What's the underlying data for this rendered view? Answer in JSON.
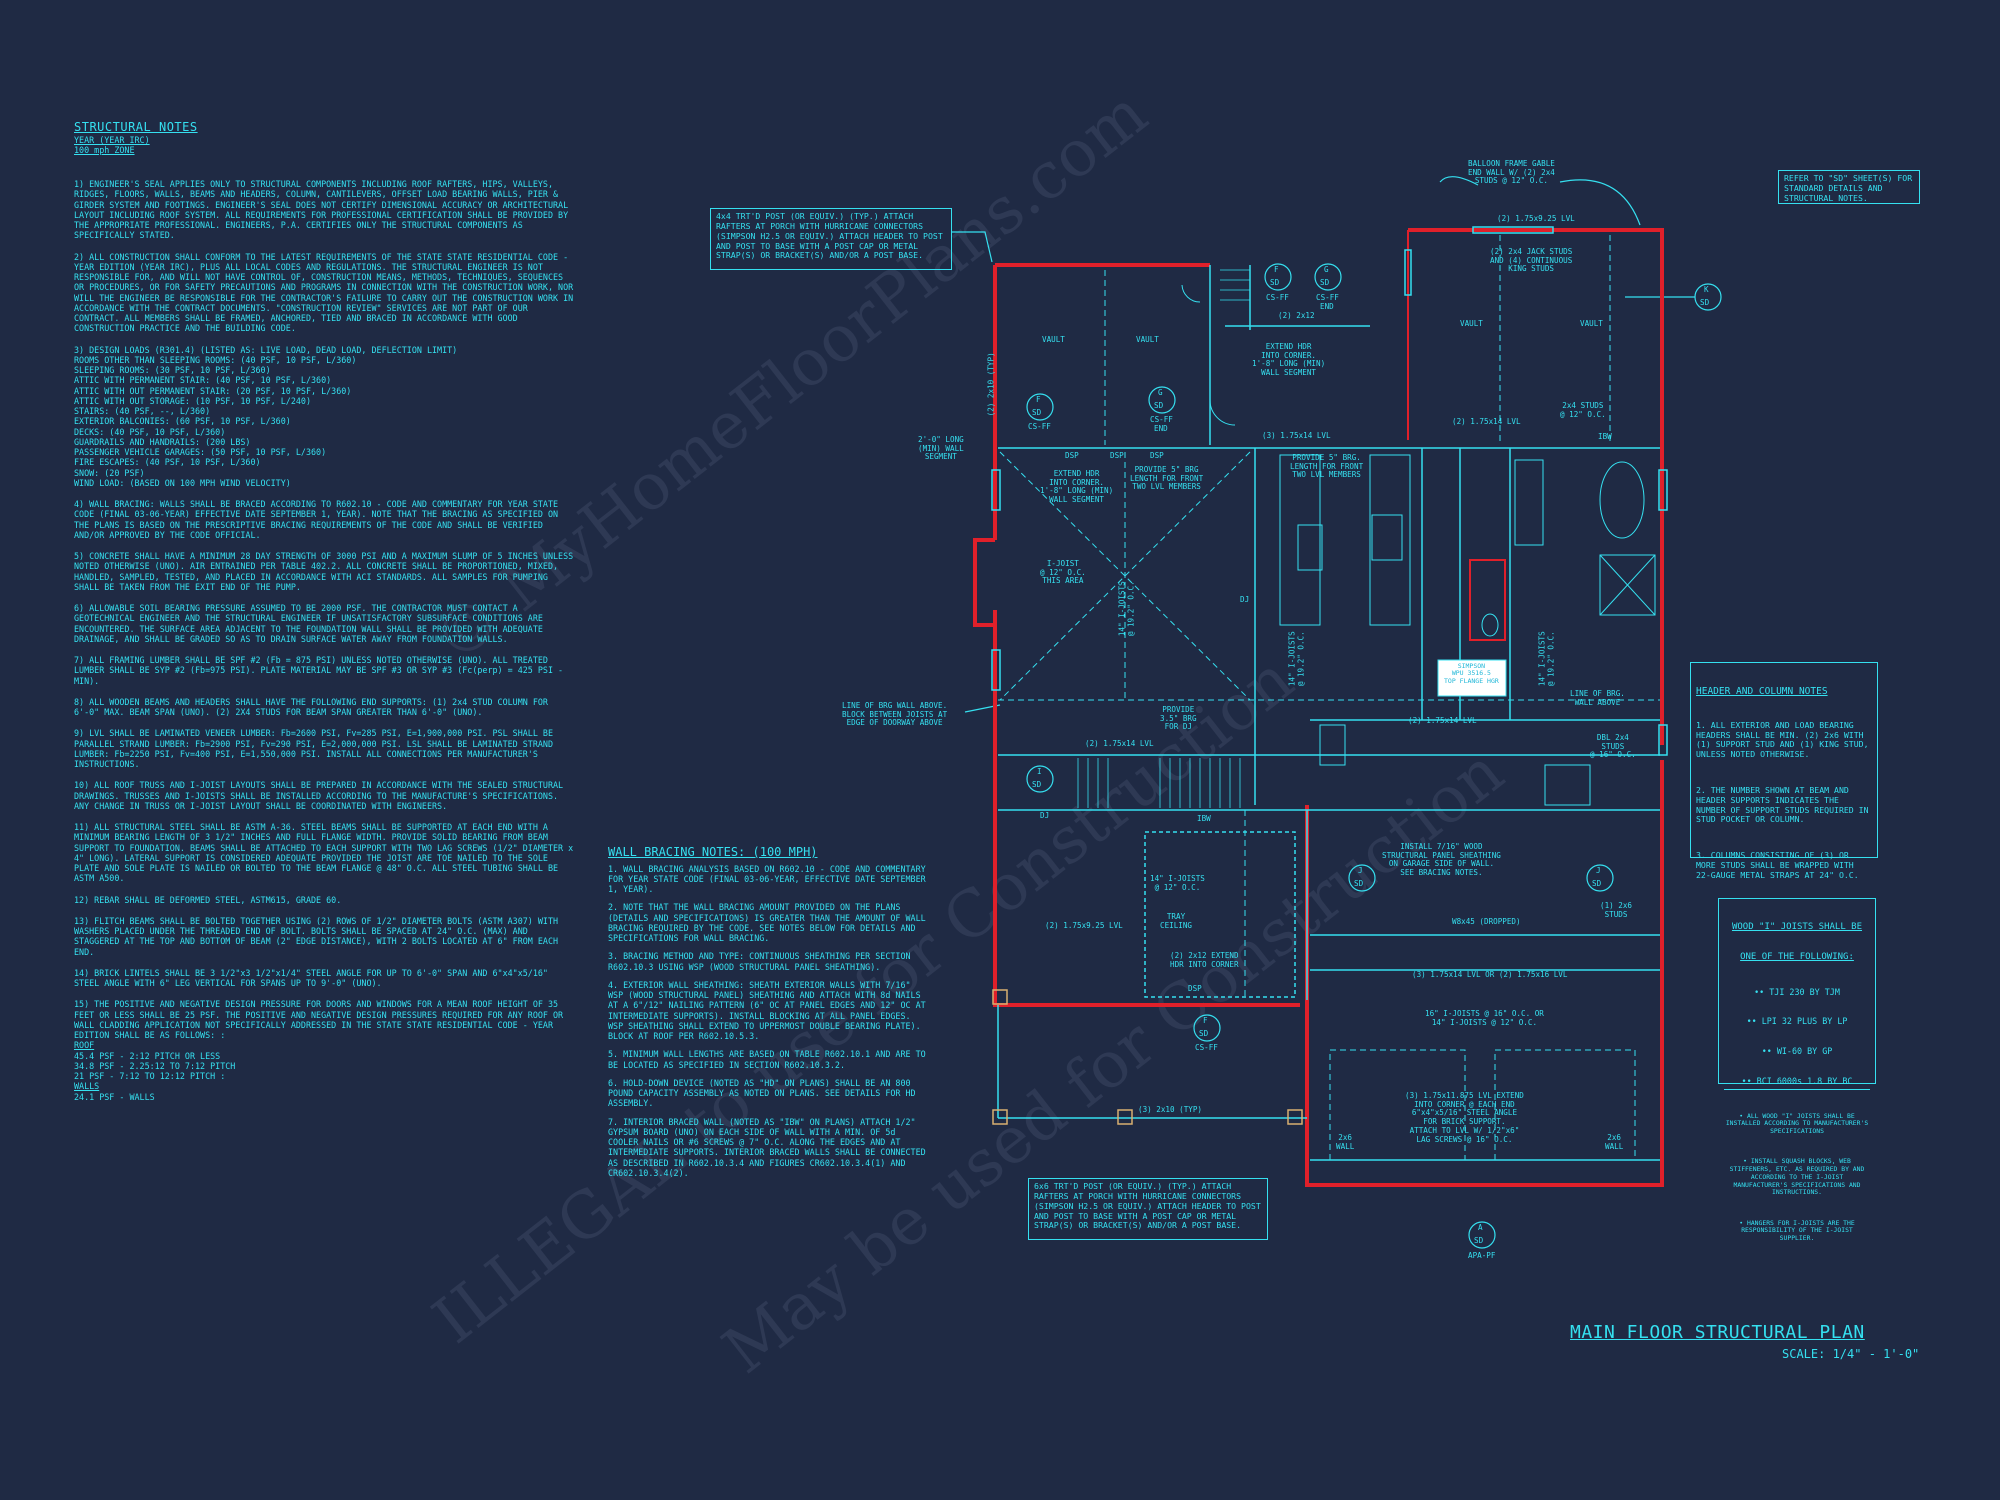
{
  "notes": {
    "title": "STRUCTURAL NOTES",
    "subtitle1": "YEAR (YEAR IRC)",
    "subtitle2": "100 mph ZONE",
    "n1": "1) ENGINEER'S SEAL APPLIES ONLY TO STRUCTURAL COMPONENTS INCLUDING ROOF RAFTERS, HIPS, VALLEYS, RIDGES, FLOORS, WALLS, BEAMS AND HEADERS, COLUMN, CANTILEVERS, OFFSET LOAD BEARING WALLS, PIER & GIRDER SYSTEM AND FOOTINGS. ENGINEER'S SEAL DOES NOT CERTIFY DIMENSIONAL ACCURACY OR ARCHITECTURAL LAYOUT INCLUDING ROOF SYSTEM. ALL REQUIREMENTS FOR PROFESSIONAL CERTIFICATION SHALL BE PROVIDED BY THE APPROPRIATE PROFESSIONAL. ENGINEERS, P.A. CERTIFIES ONLY THE STRUCTURAL COMPONENTS AS SPECIFICALLY STATED.",
    "n2": "2) ALL CONSTRUCTION SHALL CONFORM TO THE LATEST REQUIREMENTS OF THE STATE STATE RESIDENTIAL CODE - YEAR EDITION (YEAR IRC), PLUS ALL LOCAL CODES AND REGULATIONS. THE STRUCTURAL ENGINEER IS NOT RESPONSIBLE FOR, AND WILL NOT HAVE CONTROL OF, CONSTRUCTION MEANS, METHODS, TECHNIQUES, SEQUENCES OR PROCEDURES, OR FOR SAFETY PRECAUTIONS AND PROGRAMS IN CONNECTION WITH THE CONSTRUCTION WORK, NOR WILL THE ENGINEER BE RESPONSIBLE FOR THE CONTRACTOR'S FAILURE TO CARRY OUT THE CONSTRUCTION WORK IN ACCORDANCE WITH THE CONTRACT DOCUMENTS. \"CONSTRUCTION REVIEW\" SERVICES ARE NOT PART OF OUR CONTRACT. ALL MEMBERS SHALL BE FRAMED, ANCHORED, TIED AND BRACED IN ACCORDANCE WITH GOOD CONSTRUCTION PRACTICE AND THE BUILDING CODE.",
    "n3": "3) DESIGN LOADS (R301.4) (LISTED AS: LIVE LOAD, DEAD LOAD, DEFLECTION LIMIT)\nROOMS OTHER THAN SLEEPING ROOMS: (40 PSF, 10 PSF, L/360)\nSLEEPING ROOMS: (30 PSF, 10 PSF, L/360)\nATTIC WITH PERMANENT STAIR: (40 PSF, 10 PSF, L/360)\nATTIC WITH OUT PERMANENT STAIR: (20 PSF, 10 PSF, L/360)\nATTIC WITH OUT STORAGE: (10 PSF, 10 PSF, L/240)\nSTAIRS: (40 PSF, --, L/360)\nEXTERIOR BALCONIES: (60 PSF, 10 PSF, L/360)\nDECKS: (40 PSF, 10 PSF, L/360)\nGUARDRAILS AND HANDRAILS: (200 LBS)\nPASSENGER VEHICLE GARAGES: (50 PSF, 10 PSF, L/360)\nFIRE ESCAPES: (40 PSF, 10 PSF, L/360)\nSNOW: (20 PSF)\nWIND LOAD: (BASED ON 100 MPH WIND VELOCITY)",
    "n4": "4) WALL BRACING: WALLS SHALL BE BRACED ACCORDING TO R602.10 - CODE AND COMMENTARY FOR YEAR STATE CODE (FINAL 03-06-YEAR) EFFECTIVE DATE SEPTEMBER 1, YEAR). NOTE THAT THE BRACING AS SPECIFIED ON THE PLANS IS BASED ON THE PRESCRIPTIVE BRACING REQUIREMENTS OF THE CODE AND SHALL BE VERIFIED AND/OR APPROVED BY THE CODE OFFICIAL.",
    "n5": "5) CONCRETE SHALL HAVE A MINIMUM 28 DAY STRENGTH OF 3000 PSI AND A MAXIMUM SLUMP OF 5 INCHES UNLESS NOTED OTHERWISE (UNO). AIR ENTRAINED PER TABLE 402.2. ALL CONCRETE SHALL BE PROPORTIONED, MIXED, HANDLED, SAMPLED, TESTED, AND PLACED IN ACCORDANCE WITH ACI STANDARDS. ALL SAMPLES FOR PUMPING SHALL BE TAKEN FROM THE EXIT END OF THE PUMP.",
    "n6": "6) ALLOWABLE SOIL BEARING PRESSURE ASSUMED TO BE 2000 PSF. THE CONTRACTOR MUST CONTACT A GEOTECHNICAL ENGINEER AND THE STRUCTURAL ENGINEER IF UNSATISFACTORY SUBSURFACE CONDITIONS ARE ENCOUNTERED. THE SURFACE AREA ADJACENT TO THE FOUNDATION WALL SHALL BE PROVIDED WITH ADEQUATE DRAINAGE, AND SHALL BE GRADED SO AS TO DRAIN SURFACE WATER AWAY FROM FOUNDATION WALLS.",
    "n7": "7) ALL FRAMING LUMBER SHALL BE SPF #2 (Fb = 875 PSI) UNLESS NOTED OTHERWISE (UNO). ALL TREATED LUMBER SHALL BE SYP #2 (Fb=975 PSI). PLATE MATERIAL MAY BE SPF #3 OR SYP #3 (Fc(perp) = 425 PSI - MIN).",
    "n8": "8) ALL WOODEN BEAMS AND HEADERS SHALL HAVE THE FOLLOWING END SUPPORTS: (1) 2x4 STUD COLUMN FOR 6'-0\" MAX. BEAM SPAN (UNO). (2) 2X4 STUDS FOR BEAM SPAN GREATER THAN 6'-0\" (UNO).",
    "n9": "9) LVL SHALL BE LAMINATED VENEER LUMBER: Fb=2600 PSI, Fv=285 PSI, E=1,900,000 PSI. PSL SHALL BE PARALLEL STRAND LUMBER: Fb=2900 PSI, Fv=290 PSI, E=2,000,000 PSI. LSL SHALL BE LAMINATED STRAND LUMBER: Fb=2250 PSI, Fv=400 PSI, E=1,550,000 PSI. INSTALL ALL CONNECTIONS PER MANUFACTURER'S INSTRUCTIONS.",
    "n10": "10) ALL ROOF TRUSS AND I-JOIST LAYOUTS SHALL BE PREPARED IN ACCORDANCE WITH THE SEALED STRUCTURAL DRAWINGS. TRUSSES AND I-JOISTS SHALL BE INSTALLED ACCORDING TO THE MANUFACTURE'S SPECIFICATIONS. ANY CHANGE IN TRUSS OR I-JOIST LAYOUT SHALL BE COORDINATED WITH ENGINEERS.",
    "n11": "11) ALL STRUCTURAL STEEL SHALL BE ASTM A-36. STEEL BEAMS SHALL BE SUPPORTED AT EACH END WITH A MINIMUM BEARING LENGTH OF 3 1/2\" INCHES AND FULL FLANGE WIDTH. PROVIDE SOLID BEARING FROM BEAM SUPPORT TO FOUNDATION. BEAMS SHALL BE ATTACHED TO EACH SUPPORT WITH TWO LAG SCREWS (1/2\" DIAMETER x 4\" LONG). LATERAL SUPPORT IS CONSIDERED ADEQUATE PROVIDED THE JOIST ARE TOE NAILED TO THE SOLE PLATE AND SOLE PLATE IS NAILED OR BOLTED TO THE BEAM FLANGE @ 48\" O.C. ALL STEEL TUBING SHALL BE ASTM A500.",
    "n12": "12) REBAR SHALL BE DEFORMED STEEL, ASTM615, GRADE 60.",
    "n13": "13) FLITCH BEAMS SHALL BE BOLTED TOGETHER USING (2) ROWS OF 1/2\" DIAMETER BOLTS (ASTM A307) WITH WASHERS PLACED UNDER THE THREADED END OF BOLT. BOLTS SHALL BE SPACED AT 24\" O.C. (MAX) AND STAGGERED AT THE TOP AND BOTTOM OF BEAM (2\" EDGE DISTANCE), WITH 2 BOLTS LOCATED AT 6\" FROM EACH END.",
    "n14": "14) BRICK LINTELS SHALL BE 3 1/2\"x3 1/2\"x1/4\" STEEL ANGLE FOR UP TO 6'-0\" SPAN AND 6\"x4\"x5/16\" STEEL ANGLE WITH 6\" LEG VERTICAL FOR SPANS UP TO 9'-0\" (UNO).",
    "n15": "15) THE POSITIVE AND NEGATIVE DESIGN PRESSURE FOR DOORS AND WINDOWS FOR A MEAN ROOF HEIGHT OF 35 FEET OR LESS SHALL BE 25 PSF. THE POSITIVE AND NEGATIVE DESIGN PRESSURES REQUIRED FOR ANY ROOF OR WALL CLADDING APPLICATION NOT SPECIFICALLY ADDRESSED IN THE STATE STATE RESIDENTIAL CODE - YEAR EDITION SHALL BE AS FOLLOWS: :",
    "n15_roof": "ROOF",
    "n15_lines": "45.4 PSF - 2:12 PITCH OR LESS\n34.8 PSF - 2.25:12 TO 7:12 PITCH\n21 PSF - 7:12 TO 12:12 PITCH :",
    "n15_walls": "WALLS",
    "n15_wall_line": "24.1 PSF - WALLS"
  },
  "wall_bracing": {
    "title": "WALL BRACING NOTES: (100 MPH)",
    "w1": "1. WALL BRACING ANALYSIS BASED ON R602.10 - CODE AND COMMENTARY FOR YEAR STATE CODE (FINAL 03-06-YEAR, EFFECTIVE DATE SEPTEMBER 1, YEAR).",
    "w2": "2. NOTE THAT THE WALL BRACING AMOUNT PROVIDED ON THE PLANS (DETAILS AND SPECIFICATIONS) IS GREATER THAN THE AMOUNT OF WALL BRACING REQUIRED BY THE CODE. SEE NOTES BELOW FOR DETAILS AND SPECIFICATIONS FOR WALL BRACING.",
    "w3": "3. BRACING METHOD AND TYPE: CONTINUOUS SHEATHING PER SECTION R602.10.3 USING WSP (WOOD STRUCTURAL PANEL SHEATHING).",
    "w4": "4. EXTERIOR WALL SHEATHING: SHEATH EXTERIOR WALLS WITH 7/16\" WSP (WOOD STRUCTURAL PANEL) SHEATHING AND ATTACH WITH 8d NAILS AT A 6\"/12\" NAILING PATTERN (6\" OC AT PANEL EDGES AND 12\" OC AT INTERMEDIATE SUPPORTS). INSTALL BLOCKING AT ALL PANEL EDGES. WSP SHEATHING SHALL EXTEND TO UPPERMOST DOUBLE BEARING PLATE). BLOCK AT ROOF PER R602.10.5.3.",
    "w5": "5. MINIMUM WALL LENGTHS ARE BASED ON TABLE R602.10.1 AND ARE TO BE LOCATED AS SPECIFIED IN SECTION R602.10.3.2.",
    "w6": "6. HOLD-DOWN DEVICE (NOTED AS \"HD\" ON PLANS) SHALL BE AN 800 POUND CAPACITY ASSEMBLY AS NOTED ON PLANS. SEE DETAILS FOR HD ASSEMBLY.",
    "w7": "7. INTERIOR BRACED WALL (NOTED AS \"IBW\" ON PLANS) ATTACH 1/2\" GYPSUM BOARD (UNO) ON EACH SIDE OF WALL WITH A MIN. OF 5d COOLER NAILS OR #6 SCREWS @ 7\" O.C. ALONG THE EDGES AND AT INTERMEDIATE SUPPORTS. INTERIOR BRACED WALLS SHALL BE CONNECTED AS DESCRIBED IN R602.10.3.4 AND FIGURES CR602.10.3.4(1) AND CR602.10.3.4(2)."
  },
  "header_column": {
    "title": "HEADER AND COLUMN NOTES",
    "h1": "1. ALL EXTERIOR AND LOAD BEARING HEADERS SHALL BE MIN. (2) 2x6 WITH (1) SUPPORT STUD AND (1) KING STUD, UNLESS NOTED OTHERWISE.",
    "h2": "2. THE NUMBER SHOWN AT BEAM AND HEADER SUPPORTS INDICATES THE NUMBER OF SUPPORT STUDS REQUIRED IN STUD POCKET OR COLUMN.",
    "h3": "3. COLUMNS CONSISTING OF (3) OR MORE STUDS SHALL BE WRAPPED WITH 22-GAUGE METAL STRAPS AT 24\" O.C."
  },
  "joists": {
    "title1": "WOOD \"I\" JOISTS SHALL BE",
    "title2": "ONE OF THE FOLLOWING:",
    "o1": "•• TJI 230 BY TJM",
    "o2": "•• LPI 32 PLUS BY LP",
    "o3": "•• WI-60 BY GP",
    "o4": "•• BCI 6000s 1.8 BY BC",
    "f1": "• ALL WOOD \"I\" JOISTS SHALL BE INSTALLED ACCORDING TO MANUFACTURER'S SPECIFICATIONS",
    "f2": "• INSTALL SQUASH BLOCKS, WEB STIFFENERS, ETC. AS REQUIRED BY AND ACCORDING TO THE I-JOIST MANUFACTURER'S SPECIFICATIONS AND INSTRUCTIONS.",
    "f3": "• HANGERS FOR I-JOISTS ARE THE RESPONSIBILITY OF THE I-JOIST SUPPLIER."
  },
  "callouts": {
    "porch_post": "4x4 TRT'D POST (OR EQUIV.) (TYP.) ATTACH RAFTERS AT PORCH WITH HURRICANE CONNECTORS (SIMPSON H2.5 OR EQUIV.) ATTACH HEADER TO POST AND POST TO BASE WITH A POST CAP OR METAL STRAP(S) OR BRACKET(S) AND/OR A POST BASE.",
    "refer_sd": "REFER TO \"SD\" SHEET(S) FOR STANDARD DETAILS AND STRUCTURAL NOTES.",
    "post_6x6": "6x6 TRT'D POST (OR EQUIV.) (TYP.) ATTACH RAFTERS AT PORCH WITH HURRICANE CONNECTORS (SIMPSON H2.5 OR EQUIV.) ATTACH HEADER TO POST AND POST TO BASE WITH A POST CAP OR METAL STRAP(S) OR BRACKET(S) AND/OR A POST BASE.",
    "simpson": "SIMPSON\nWPU 3516.5\nTOP FLANGE HGR"
  },
  "plan_labels": {
    "balloon": "BALLOON FRAME GABLE\nEND WALL W/ (2) 2x4\nSTUDS @ 12\" O.C.",
    "lvl_2_175x925": "(2) 1.75x9.25 LVL",
    "jack_studs": "(2) 2x4 JACK STUDS\nAND (4) CONTINUOUS\nKING STUDS",
    "vault1": "VAULT",
    "vault2": "VAULT",
    "vault3": "VAULT",
    "vault4": "VAULT",
    "extend_hdr1": "EXTEND HDR\nINTO CORNER.\n1'-8\" LONG (MIN)\nWALL SEGMENT",
    "extend_hdr2": "EXTEND HDR\nINTO CORNER.\n1'-8\" LONG (MIN)\nWALL SEGMENT",
    "wall_2ft": "2'-0\" LONG\n(MIN) WALL\nSEGMENT",
    "lvl_3_175x14": "(3) 1.75x14 LVL",
    "lvl_2_175x14a": "(2) 1.75x14 LVL",
    "studs_2x4_12": "2x4 STUDS\n@ 12\" O.C.",
    "provide_brg1": "PROVIDE 5\" BRG\nLENGTH FOR FRONT\nTWO LVL MEMBERS",
    "provide_brg2": "PROVIDE 5\" BRG.\nLENGTH FOR FRONT\nTWO LVL MEMBERS",
    "ijoist_area": "I-JOIST\n@ 12\" O.C.\nTHIS AREA",
    "ijoist_v1": "14\" I-JOISTS\n@ 19.2\" O.C.",
    "ijoist_v2": "14\" I-JOISTS\n@ 19.2\" O.C.",
    "ijoist_v3": "14\" I-JOISTS\n@ 19.2\" O.C.",
    "line_brg1": "LINE OF BRG WALL ABOVE.\nBLOCK BETWEEN JOISTS AT\nEDGE OF DOORWAY ABOVE",
    "line_brg2": "LINE OF BRG.\nWALL ABOVE",
    "provide_35": "PROVIDE\n3.5\" BRG\nFOR DJ",
    "lvl_2_175x14b": "(2) 1.75x14 LVL",
    "lvl_2_175x14c": "(2) 1.75x14 LVL",
    "dbl_2x4": "DBL 2x4\nSTUDS\n@ 16\" O.C.",
    "install_716": "INSTALL 7/16\" WOOD\nSTRUCTURAL PANEL SHEATHING\nON GARAGE SIDE OF WALL.\nSEE BRACING NOTES.",
    "ijoists_12": "14\" I-JOISTS\n@ 12\" O.C.",
    "tray": "TRAY\nCEILING",
    "w8x45": "W8x45 (DROPPED)",
    "lvl_3_or_2": "(3) 1.75x14 LVL OR (2) 1.75x16 LVL",
    "ijoists_16": "16\" I-JOISTS @ 16\" O.C. OR\n14\" I-JOISTS @ 12\" O.C.",
    "extend_hdr3": "(2) 2x12 EXTEND\nHDR INTO CORNER",
    "lvl_3_175x1175": "(3) 1.75x11.875 LVL EXTEND\nINTO CORNER @ EACH END\n6\"x4\"x5/16\" STEEL ANGLE\nFOR BRICK SUPPORT.\nATTACH TO LVL W/ 1/2\"x6\"\nLAG SCREWS @ 16\" O.C.",
    "studs_1_2x6": "(1) 2x6\nSTUDS",
    "wall_2x6a": "2x6\nWALL",
    "wall_2x6b": "2x6\nWALL",
    "post_typ": "(3) 2x10 (TYP)",
    "apa": "APA-PF",
    "dsp": "DSP",
    "ibw": "IBW",
    "dj": "DJ",
    "lvl_2_175x925b": "(2) 1.75x9.25 LVL",
    "x2x12": "(2) 2x12",
    "x2x10": "(2) 2x10 (TYP)"
  },
  "tags": {
    "f1": "F",
    "f2": "F",
    "g1": "G",
    "g2": "G",
    "k": "K",
    "i": "I",
    "j1": "J",
    "j2": "J",
    "a": "A",
    "sd": "SD",
    "csff": "CS-FF",
    "end": "END"
  },
  "title": {
    "main": "MAIN FLOOR STRUCTURAL PLAN",
    "scale": "SCALE: 1/4\" - 1'-0\""
  },
  "watermark": {
    "line1": "© MyHomeFloorPlans.com",
    "line2": "ILLEGAL to use for Construction",
    "line3": "May be used for Construction"
  },
  "colors": {
    "background": "#1f2a44",
    "line": "#35e0f0",
    "wall_red": "#e0202a",
    "text": "#35e0f0"
  }
}
